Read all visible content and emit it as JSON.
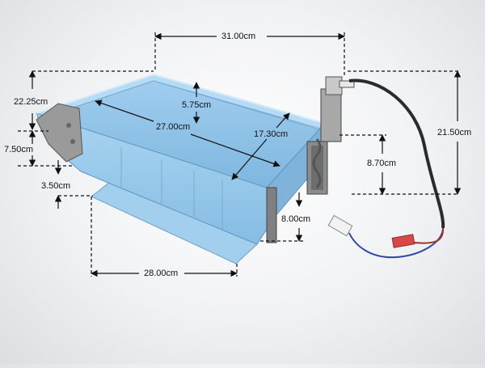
{
  "dimensions": {
    "top_width": "31.00cm",
    "left_height": "22.25cm",
    "inner_depth": "5.75cm",
    "inner_length": "27.00cm",
    "inner_width": "17.30cm",
    "overall_height": "21.50cm",
    "handle_height": "7.50cm",
    "lip_depth": "3.50cm",
    "side_height": "8.70cm",
    "bottom_offset": "8.00cm",
    "base_length": "28.00cm"
  },
  "colors": {
    "tray_blue": "#8fc3e6",
    "tray_dark": "#6fa9d2",
    "tray_light": "#b6dbf4",
    "metal": "#8c8c8c",
    "cable": "#2b2b2b",
    "dimension_line": "#111111"
  }
}
